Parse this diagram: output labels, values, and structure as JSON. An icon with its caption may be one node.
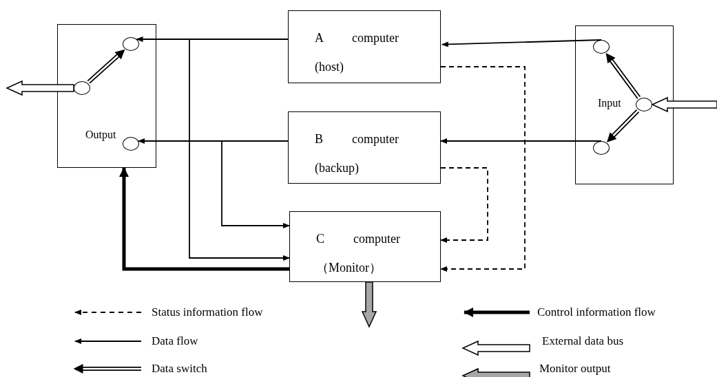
{
  "diagram": {
    "nodes": [
      {
        "text": [
          "Output"
        ]
      },
      {
        "text": [],
        "shape": "circle",
        "in": 0
      },
      {
        "text": [],
        "shape": "circle",
        "in": 0
      },
      {
        "text": [],
        "shape": "circle",
        "in": 0
      },
      {
        "text": [
          "A computer (host)"
        ]
      },
      {
        "text": [
          "B computer (backup)"
        ]
      },
      {
        "text": [
          "C computer （Monitor）"
        ]
      },
      {
        "text": [
          "Input"
        ]
      },
      {
        "text": [],
        "shape": "circle",
        "in": 7
      },
      {
        "text": [],
        "shape": "circle",
        "in": 7
      },
      {
        "text": [],
        "shape": "circle",
        "in": 7
      }
    ],
    "edges": [
      {
        "from": 4,
        "to": 1,
        "arrow": "to"
      },
      {
        "from": 4,
        "to": 6,
        "arrow": "to"
      },
      {
        "from": 5,
        "to": 3,
        "arrow": "to"
      },
      {
        "from": 5,
        "to": 6,
        "arrow": "to"
      },
      {
        "from": 8,
        "to": 4,
        "arrow": "to"
      },
      {
        "from": 10,
        "to": 5,
        "arrow": "to"
      },
      {
        "from": 4,
        "to": 6,
        "arrow": "to",
        "style": "dashed"
      },
      {
        "from": 5,
        "to": 6,
        "arrow": "to",
        "style": "dashed"
      },
      {
        "from": 6,
        "to": 0,
        "arrow": "to",
        "style": "thick"
      },
      {
        "from": 2,
        "to": 1,
        "arrow": "to"
      },
      {
        "from": 9,
        "to": 8,
        "arrow": "to"
      },
      {
        "from": 9,
        "to": 10,
        "arrow": "to"
      },
      {
        "from": 2,
        "to": null,
        "arrow": "to"
      },
      {
        "from": null,
        "to": 9,
        "arrow": "to"
      },
      {
        "from": 6,
        "to": null,
        "arrow": "to",
        "color": "#a6a6a6"
      }
    ],
    "legend": [
      {
        "text": "Status information flow"
      },
      {
        "text": "Data flow"
      },
      {
        "text": "Data switch"
      },
      {
        "text": "Control information flow"
      },
      {
        "text": "External data bus"
      },
      {
        "text": "Monitor output"
      }
    ]
  }
}
